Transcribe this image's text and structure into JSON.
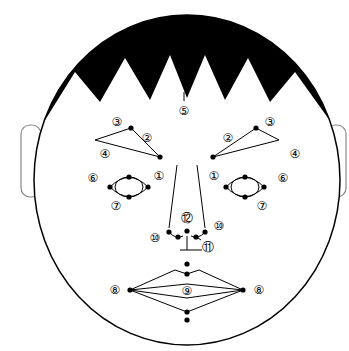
{
  "diagram": {
    "labels": [
      "⑤",
      "③",
      "③",
      "②",
      "②",
      "④",
      "④",
      "⑥",
      "①",
      "①",
      "⑥",
      "⑦",
      "⑦",
      "⑫",
      "⑩",
      "⑩",
      "⑪",
      "⑧",
      "⑨",
      "⑧"
    ]
  }
}
